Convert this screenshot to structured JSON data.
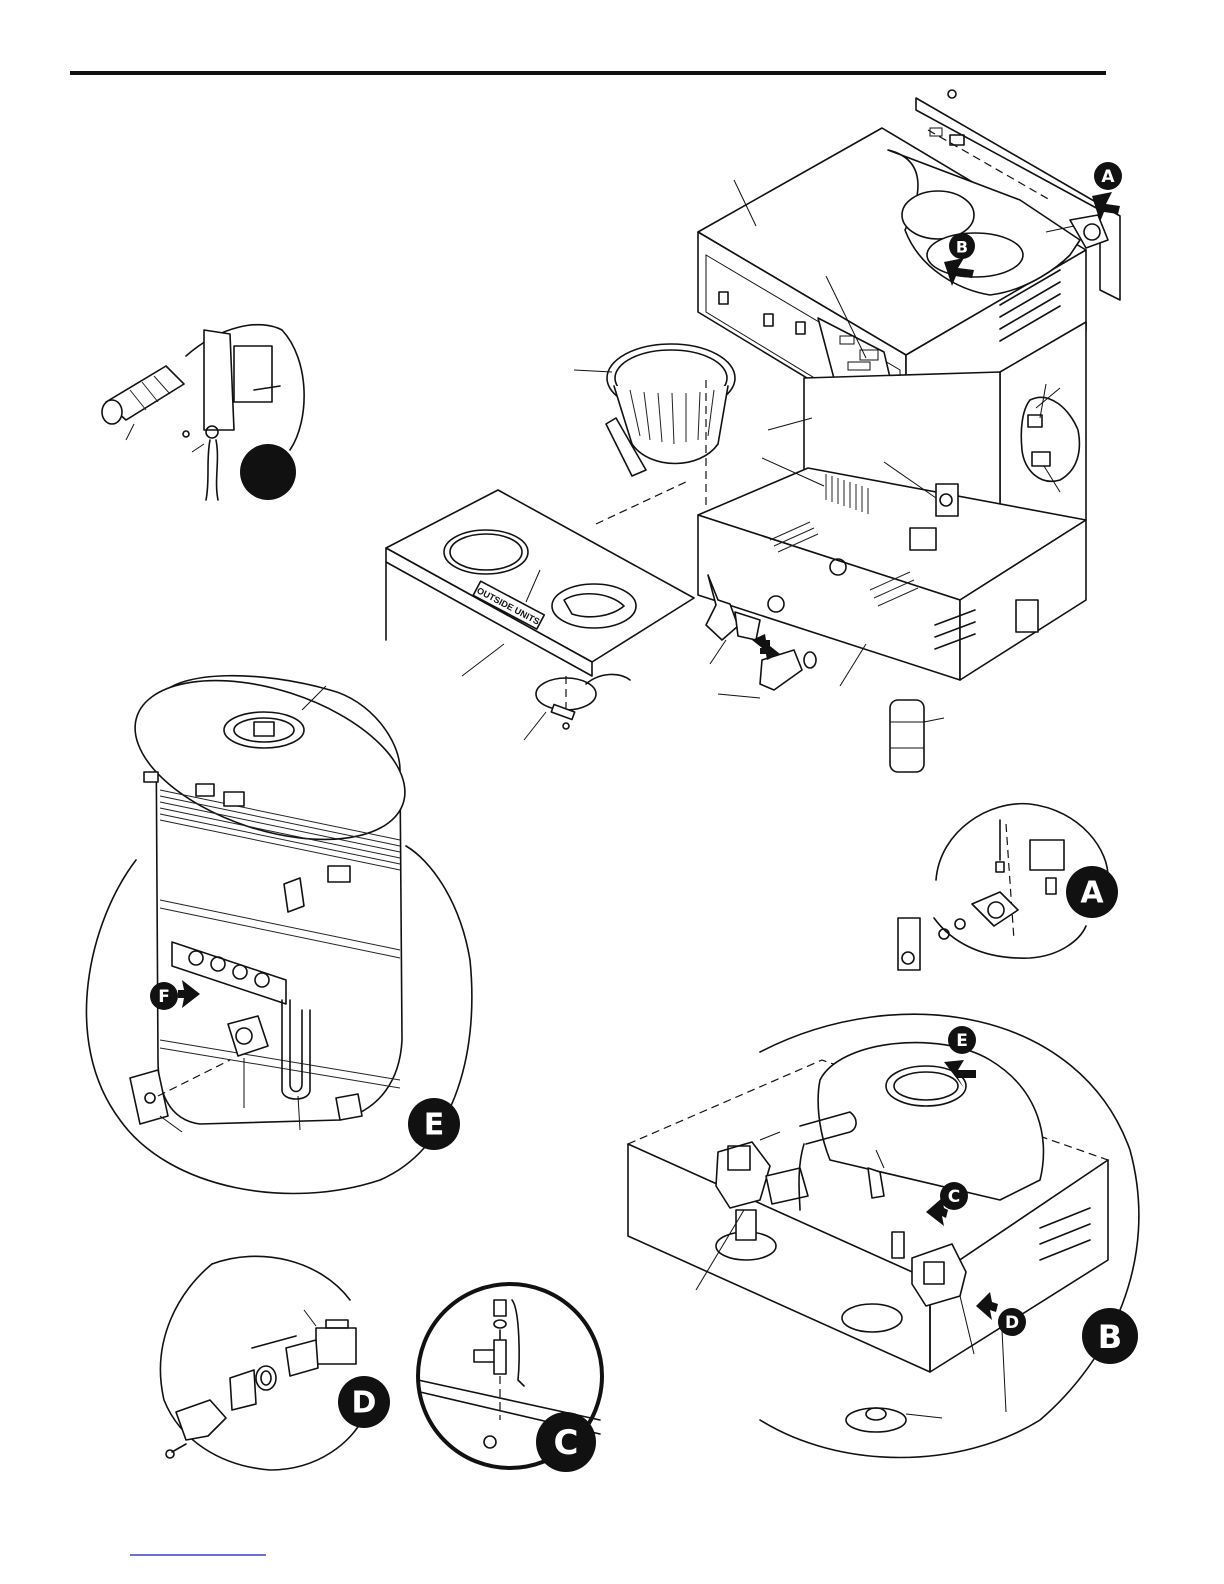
{
  "callouts": {
    "a_small": "A",
    "a_large": "A",
    "b_small": "B",
    "b_large": "B",
    "c_large": "C",
    "c_small": "C",
    "d_large": "D",
    "d_small": "D",
    "e_large": "E",
    "e_small": "E",
    "f_small": "F"
  },
  "labels": {
    "sprayhead_plate": "OUTSIDE UNITS"
  },
  "colors": {
    "ink": "#111111",
    "paper": "#ffffff",
    "badge": "#111111",
    "footer_link": "#3344bb"
  }
}
